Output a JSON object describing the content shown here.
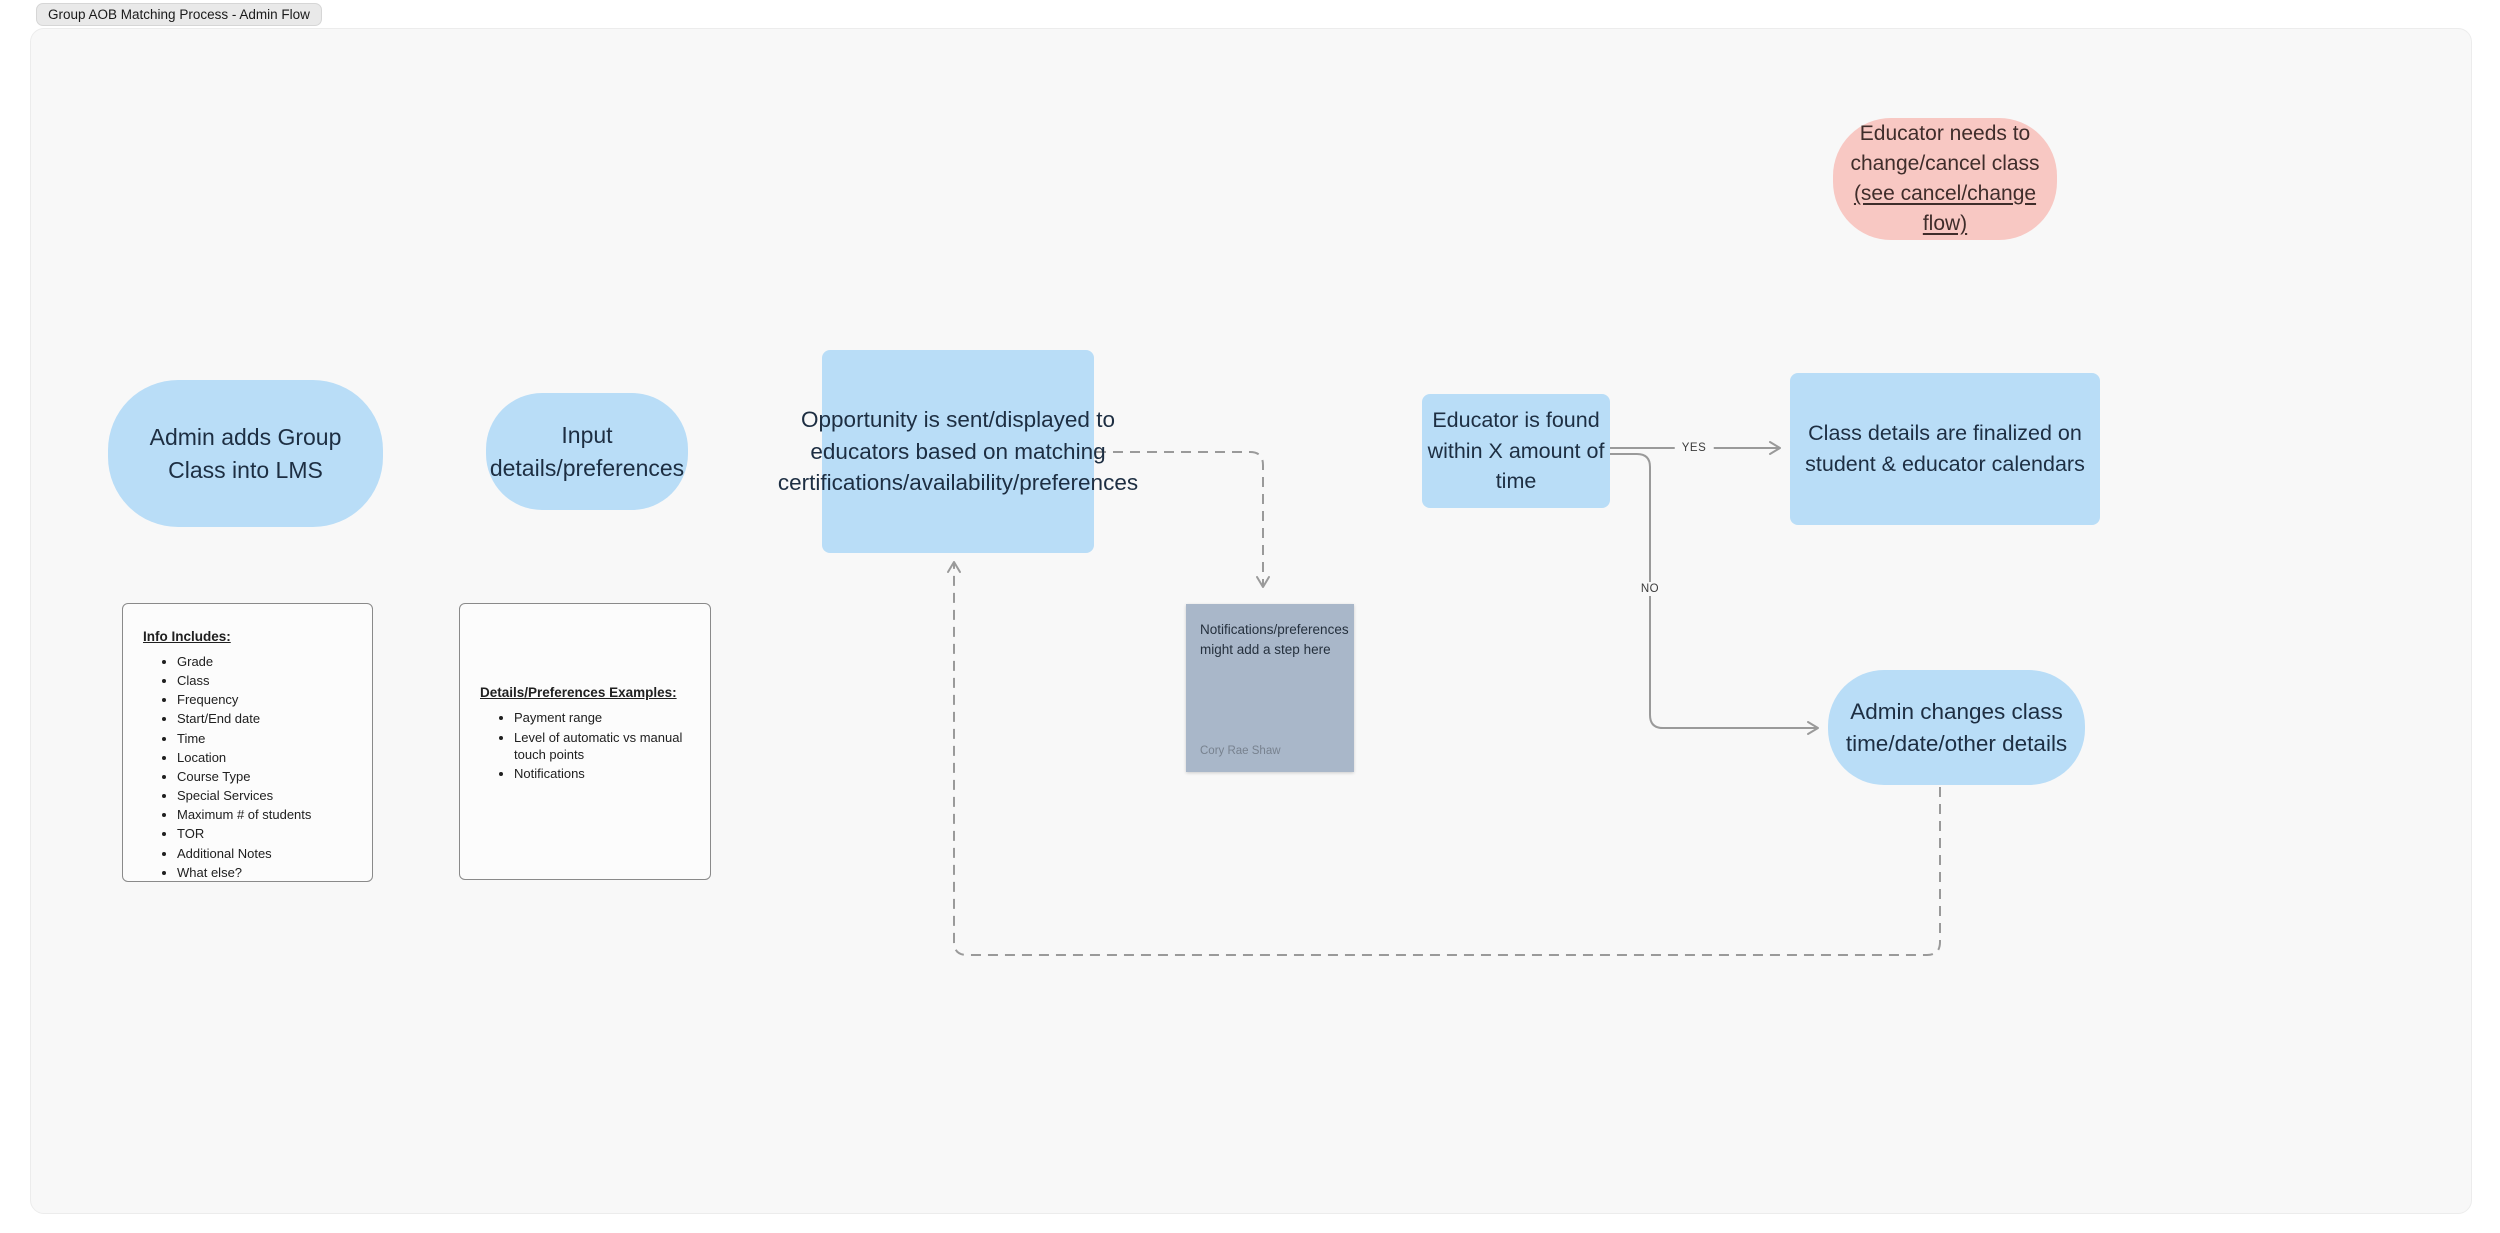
{
  "section": {
    "title": "Group AOB Matching Process - Admin Flow"
  },
  "colors": {
    "blue": "#b9ddf7",
    "pink": "#f8c8c3",
    "sticky": "#a9b7c9",
    "connector": "#9a9a9a",
    "node_text": "#1d2e42",
    "pink_text": "#3f2d2b",
    "sticky_text": "#25303d",
    "sticky_author": "#78828f",
    "label_text": "#3c3c3c",
    "page_bg": "#ffffff",
    "section_bg": "#f8f8f8",
    "chip_bg": "#e9e9e9"
  },
  "nodes": {
    "admin_adds": {
      "label": "Admin adds Group Class into LMS"
    },
    "input_details": {
      "label": "Input details/preferences"
    },
    "opportunity": {
      "label": "Opportunity is sent/displayed to educators based on matching certifications/availability/preferences"
    },
    "educator_found": {
      "label": "Educator is found within X amount of time"
    },
    "class_finalized": {
      "label": "Class details are finalized on student & educator calendars"
    },
    "educator_change": {
      "text_before": "Educator needs to change/cancel class ",
      "link_text": "(see cancel/change flow)"
    },
    "admin_changes": {
      "label": "Admin changes class time/date/other details"
    },
    "sticky": {
      "text": "Notifications/preferences might add a step here",
      "author": "Cory Rae Shaw"
    }
  },
  "info_box": {
    "heading": "Info Includes:",
    "items": [
      "Grade",
      "Class",
      "Frequency",
      "Start/End date",
      "Time",
      "Location",
      "Course Type",
      "Special Services",
      "Maximum # of students",
      "TOR",
      "Additional Notes",
      "What else?"
    ]
  },
  "details_box": {
    "heading": "Details/Preferences Examples:",
    "items": [
      "Payment range",
      "Level of automatic vs manual touch points",
      "Notifications"
    ]
  },
  "edge_labels": {
    "yes": "YES",
    "no": "NO"
  }
}
